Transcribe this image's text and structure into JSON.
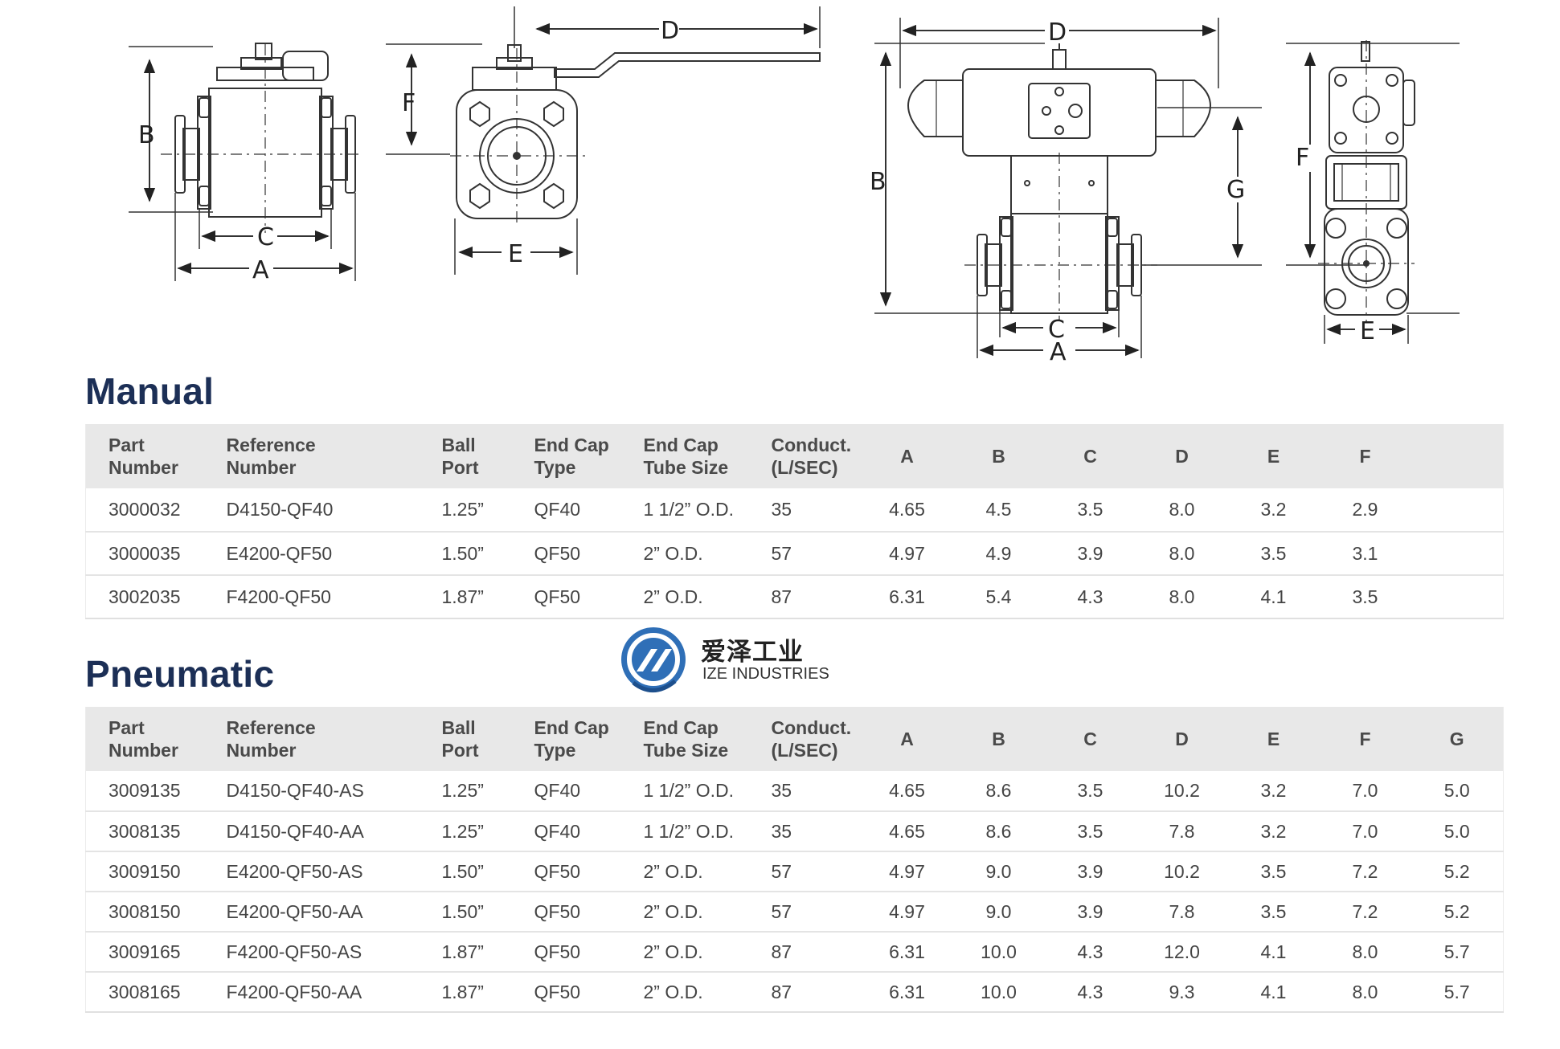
{
  "diagrams": {
    "dimension_labels": [
      "A",
      "B",
      "C",
      "D",
      "E",
      "F",
      "G"
    ]
  },
  "manual": {
    "title": "Manual",
    "headers": [
      [
        "Part",
        "Number"
      ],
      [
        "Reference",
        "Number"
      ],
      [
        "Ball",
        "Port"
      ],
      [
        "End Cap",
        "Type"
      ],
      [
        "End Cap",
        "Tube Size"
      ],
      [
        "Conduct.",
        "(L/SEC)"
      ],
      [
        "A"
      ],
      [
        "B"
      ],
      [
        "C"
      ],
      [
        "D"
      ],
      [
        "E"
      ],
      [
        "F"
      ],
      [
        ""
      ]
    ],
    "rows": [
      [
        "3000032",
        "D4150-QF40",
        "1.25”",
        "QF40",
        "1 1/2” O.D.",
        "35",
        "4.65",
        "4.5",
        "3.5",
        "8.0",
        "3.2",
        "2.9",
        ""
      ],
      [
        "3000035",
        "E4200-QF50",
        "1.50”",
        "QF50",
        "2” O.D.",
        "57",
        "4.97",
        "4.9",
        "3.9",
        "8.0",
        "3.5",
        "3.1",
        ""
      ],
      [
        "3002035",
        "F4200-QF50",
        "1.87”",
        "QF50",
        "2” O.D.",
        "87",
        "6.31",
        "5.4",
        "4.3",
        "8.0",
        "4.1",
        "3.5",
        ""
      ]
    ]
  },
  "pneumatic": {
    "title": "Pneumatic",
    "headers": [
      [
        "Part",
        "Number"
      ],
      [
        "Reference",
        "Number"
      ],
      [
        "Ball",
        "Port"
      ],
      [
        "End Cap",
        "Type"
      ],
      [
        "End Cap",
        "Tube Size"
      ],
      [
        "Conduct.",
        "(L/SEC)"
      ],
      [
        "A"
      ],
      [
        "B"
      ],
      [
        "C"
      ],
      [
        "D"
      ],
      [
        "E"
      ],
      [
        "F"
      ],
      [
        "G"
      ]
    ],
    "rows": [
      [
        "3009135",
        "D4150-QF40-AS",
        "1.25”",
        "QF40",
        "1 1/2” O.D.",
        "35",
        "4.65",
        "8.6",
        "3.5",
        "10.2",
        "3.2",
        "7.0",
        "5.0"
      ],
      [
        "3008135",
        "D4150-QF40-AA",
        "1.25”",
        "QF40",
        "1 1/2” O.D.",
        "35",
        "4.65",
        "8.6",
        "3.5",
        "7.8",
        "3.2",
        "7.0",
        "5.0"
      ],
      [
        "3009150",
        "E4200-QF50-AS",
        "1.50”",
        "QF50",
        "2” O.D.",
        "57",
        "4.97",
        "9.0",
        "3.9",
        "10.2",
        "3.5",
        "7.2",
        "5.2"
      ],
      [
        "3008150",
        "E4200-QF50-AA",
        "1.50”",
        "QF50",
        "2” O.D.",
        "57",
        "4.97",
        "9.0",
        "3.9",
        "7.8",
        "3.5",
        "7.2",
        "5.2"
      ],
      [
        "3009165",
        "F4200-QF50-AS",
        "1.87”",
        "QF50",
        "2” O.D.",
        "87",
        "6.31",
        "10.0",
        "4.3",
        "12.0",
        "4.1",
        "8.0",
        "5.7"
      ],
      [
        "3008165",
        "F4200-QF50-AA",
        "1.87”",
        "QF50",
        "2” O.D.",
        "87",
        "6.31",
        "10.0",
        "4.3",
        "9.3",
        "4.1",
        "8.0",
        "5.7"
      ]
    ]
  },
  "watermark": {
    "name_cn": "爱泽工业",
    "name_en": "IZE INDUSTRIES",
    "colors": {
      "blue": "#2f6fb7",
      "ring": "#1d4f8c"
    },
    "icon": "ize-logo-icon"
  },
  "colors": {
    "title": "#1c2f56",
    "header_bg": "#e8e8e8",
    "text": "#444444"
  }
}
